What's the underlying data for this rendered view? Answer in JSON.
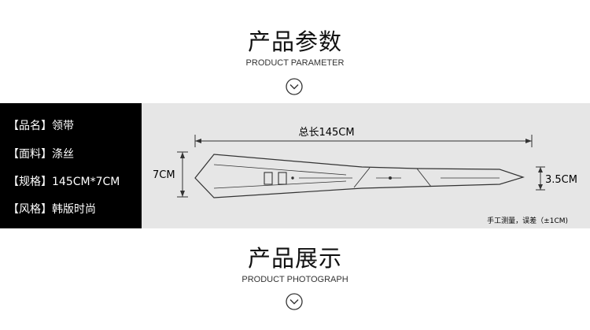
{
  "section_params": {
    "title": "产品参数",
    "subtitle": "PRODUCT PARAMETER",
    "icon": "chevron-down-circle-icon"
  },
  "specs": [
    {
      "key": "【品名】",
      "value": "领带"
    },
    {
      "key": "【面料】",
      "value": "涤丝"
    },
    {
      "key": "【规格】",
      "value": "145CM*7CM"
    },
    {
      "key": "【风格】",
      "value": "韩版时尚"
    }
  ],
  "diagram": {
    "total_length": "总长145CM",
    "wide_end": "7CM",
    "narrow_end": "3.5CM",
    "note": "手工测量，误差（±1CM)"
  },
  "section_display": {
    "title": "产品展示",
    "subtitle": "PRODUCT PHOTOGRAPH",
    "icon": "chevron-down-circle-icon"
  },
  "colors": {
    "spec_panel_bg": "#000000",
    "diagram_bg": "#e6e6e6",
    "line": "#333333"
  }
}
